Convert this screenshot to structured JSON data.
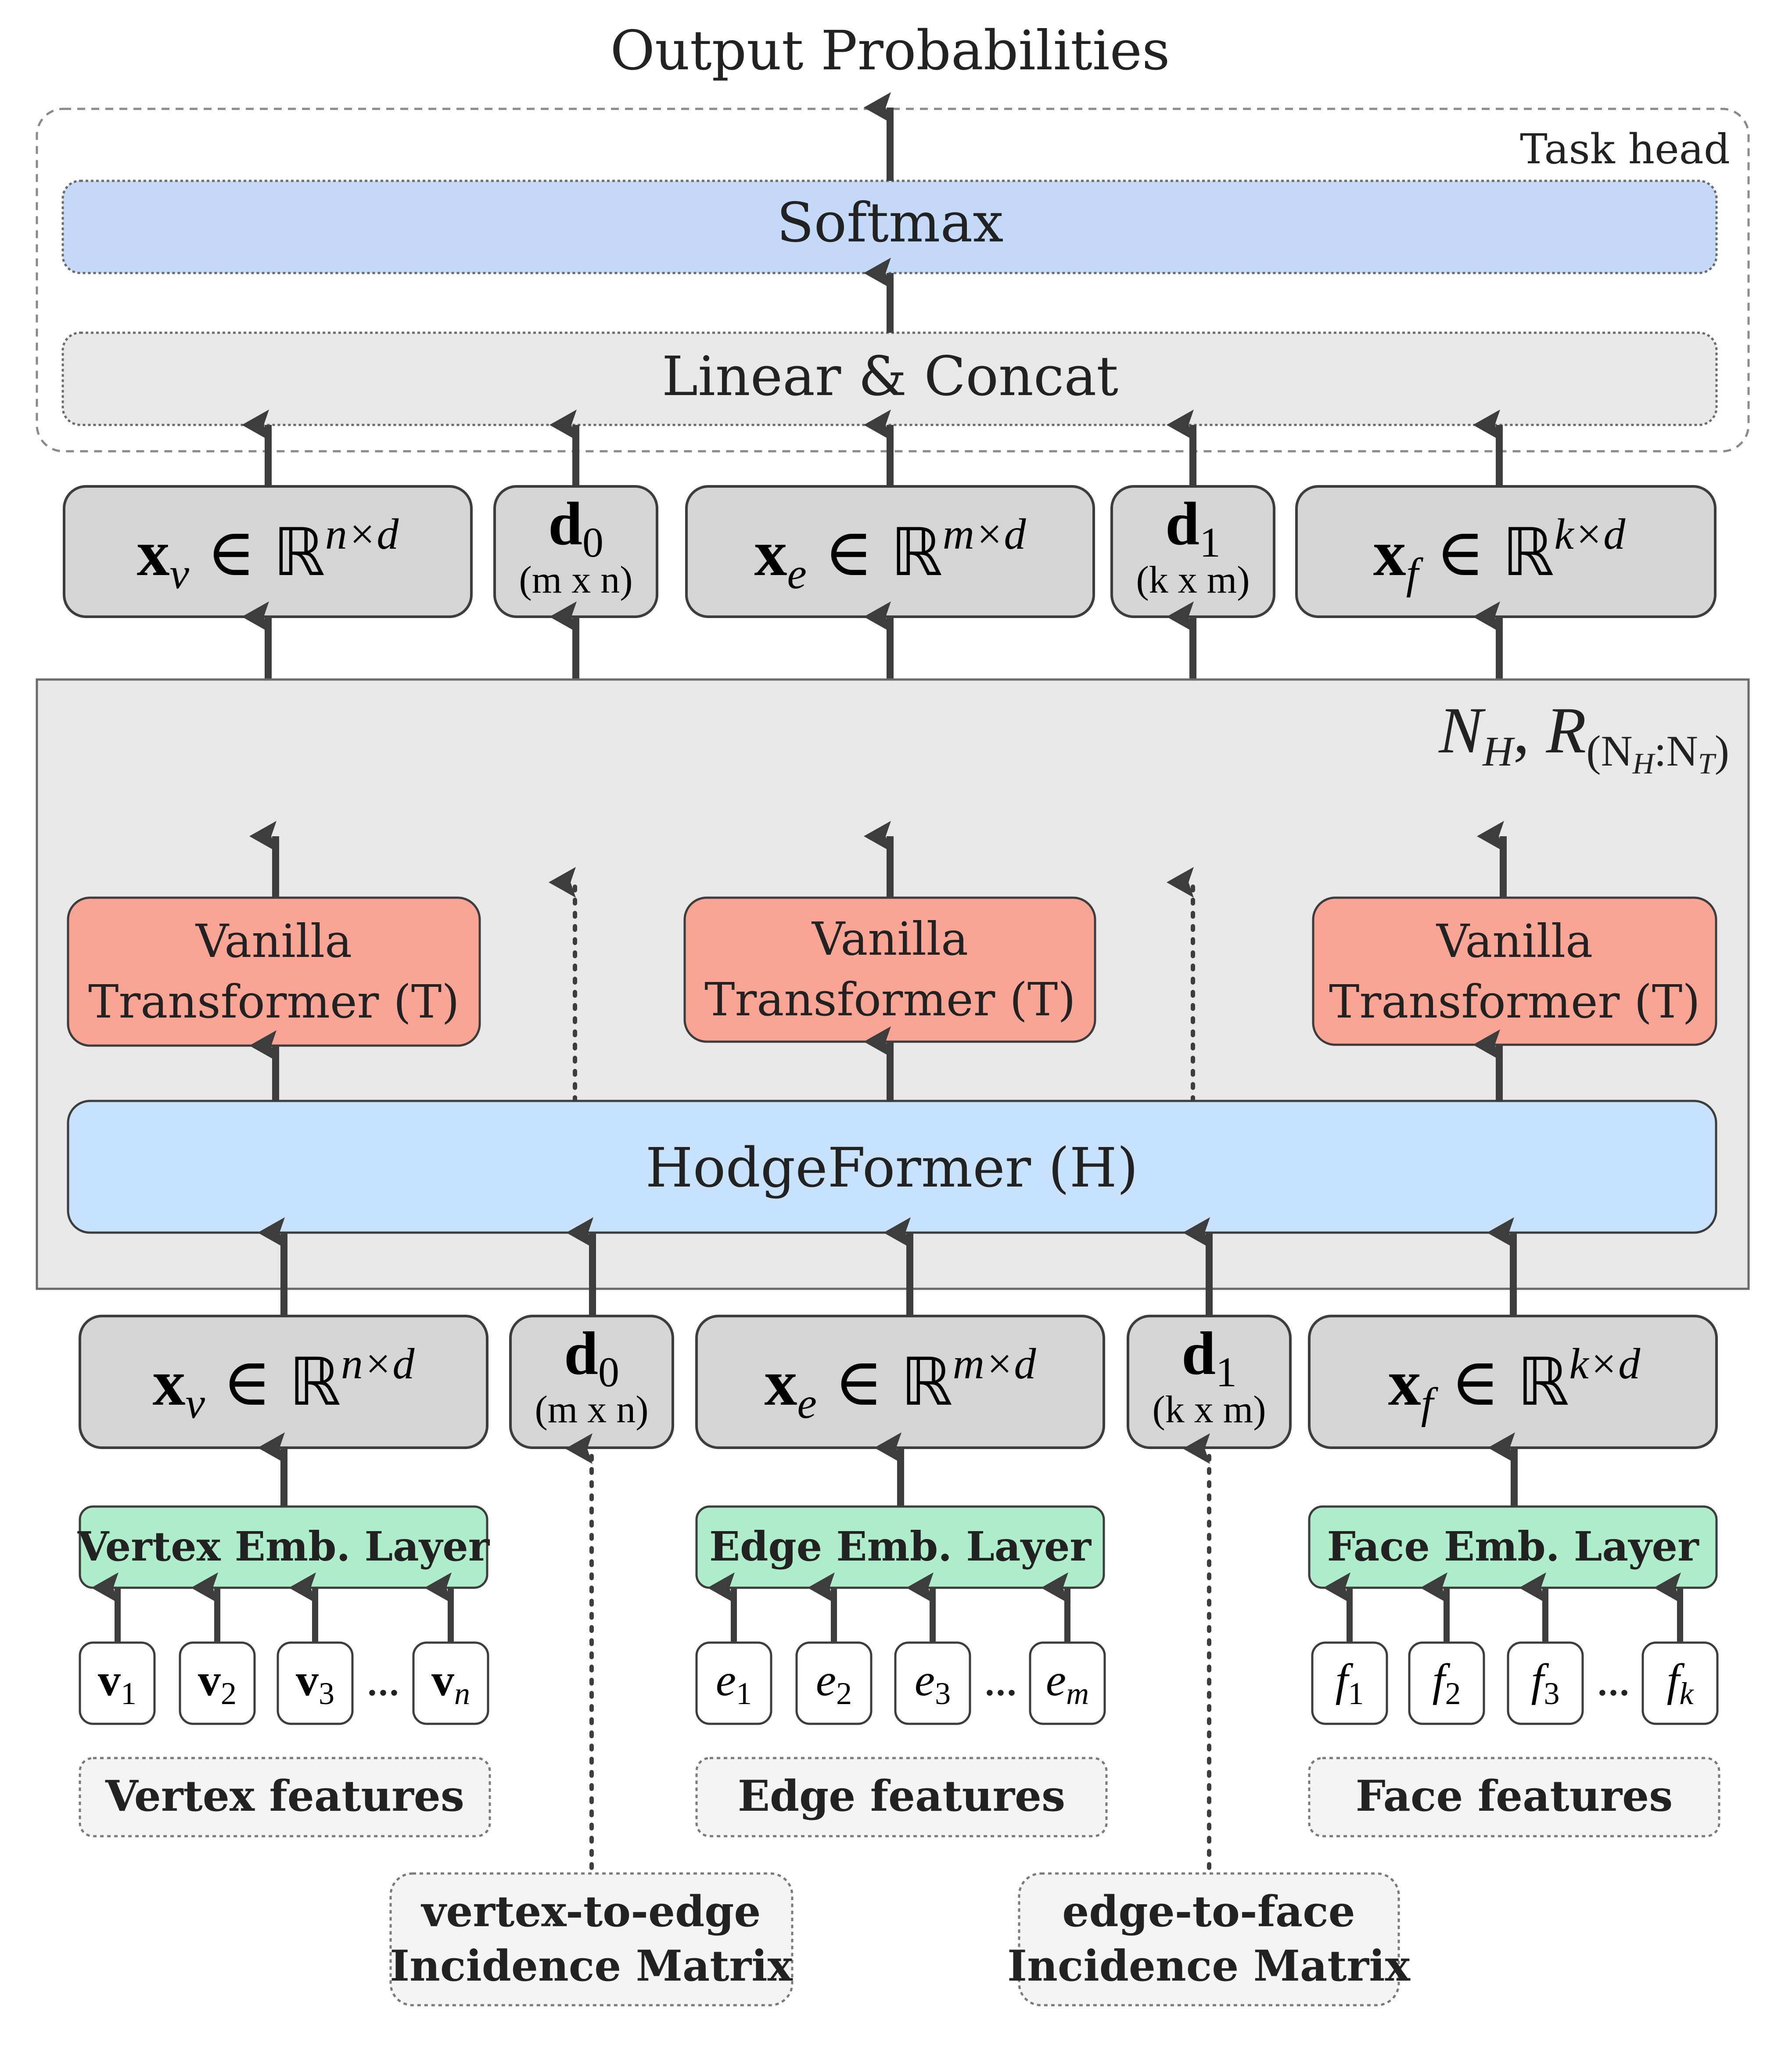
{
  "title": "Output Probabilities",
  "task_head": {
    "label": "Task head",
    "softmax": "Softmax",
    "linear_concat": "Linear & Concat"
  },
  "repeat_label": {
    "n_h": "N",
    "n_h_sub": "H",
    "r": "R",
    "r_sub": "(N",
    "r_sub_h": "H",
    "r_sub_mid": ":N",
    "r_sub_t": "T",
    "r_sub_close": ")"
  },
  "transformers": [
    {
      "line1": "Vanilla",
      "line2": "Transformer (T)"
    },
    {
      "line1": "Vanilla",
      "line2": "Transformer (T)"
    },
    {
      "line1": "Vanilla",
      "line2": "Transformer (T)"
    }
  ],
  "hodgeformer": "HodgeFormer (H)",
  "tensors": {
    "xv": {
      "base": "x",
      "sub": "v",
      "rel": "∈",
      "set": "ℝ",
      "sup": "n×d"
    },
    "xe": {
      "base": "x",
      "sub": "e",
      "rel": "∈",
      "set": "ℝ",
      "sup": "m×d"
    },
    "xf": {
      "base": "x",
      "sub": "f",
      "rel": "∈",
      "set": "ℝ",
      "sup": "k×d"
    },
    "d0": {
      "base": "d",
      "sub": "0",
      "shape": "(m x n)"
    },
    "d1": {
      "base": "d",
      "sub": "1",
      "shape": "(k x m)"
    }
  },
  "embeddings": {
    "vertex": "Vertex Emb. Layer",
    "edge": "Edge Emb. Layer",
    "face": "Face Emb. Layer"
  },
  "tokens": {
    "vertex": [
      {
        "b": "v",
        "s": "1"
      },
      {
        "b": "v",
        "s": "2"
      },
      {
        "b": "v",
        "s": "3"
      },
      {
        "b": "v",
        "s": "n"
      }
    ],
    "edge": [
      {
        "b": "e",
        "s": "1"
      },
      {
        "b": "e",
        "s": "2"
      },
      {
        "b": "e",
        "s": "3"
      },
      {
        "b": "e",
        "s": "m"
      }
    ],
    "face": [
      {
        "b": "f",
        "s": "1"
      },
      {
        "b": "f",
        "s": "2"
      },
      {
        "b": "f",
        "s": "3"
      },
      {
        "b": "f",
        "s": "k"
      }
    ],
    "ellipsis": "..."
  },
  "features": {
    "vertex": "Vertex features",
    "edge": "Edge features",
    "face": "Face features"
  },
  "incidence": {
    "v2e_line1": "vertex-to-edge",
    "v2e_line2": "Incidence Matrix",
    "e2f_line1": "edge-to-face",
    "e2f_line2": "Incidence Matrix"
  },
  "colors": {
    "softmax": "#c4d8f7",
    "linear": "#e8e8e8",
    "tensor": "#d5d5d5",
    "panel": "#e8e8e8",
    "transformer": "#f8a596",
    "hodgeformer": "#c8e2fb",
    "embedding": "#aeeccc",
    "feature_box": "#f4f4f4",
    "arrow": "#3d3d3d"
  }
}
